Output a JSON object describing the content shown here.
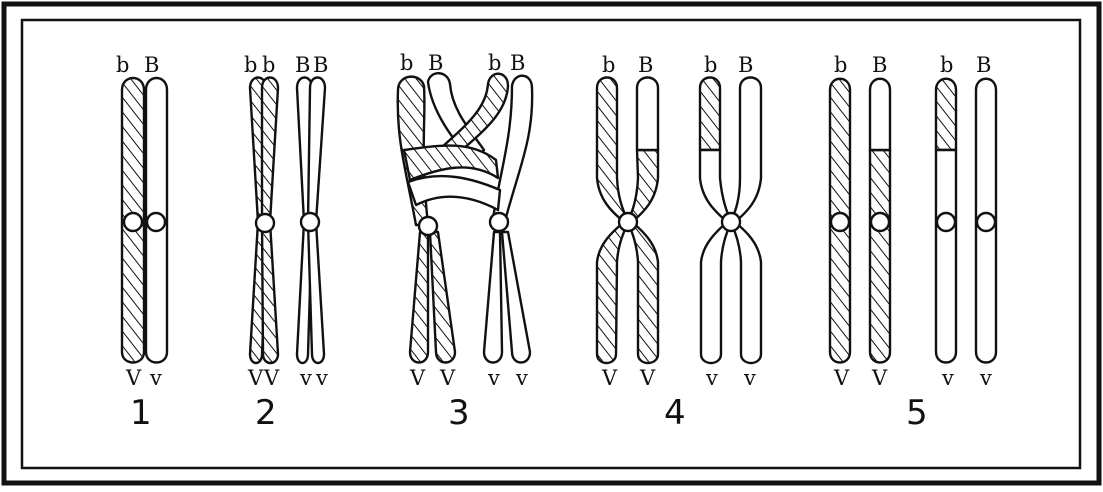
{
  "figure": {
    "colors": {
      "ink": "#111111",
      "paper": "#ffffff"
    },
    "stages": [
      {
        "number": "1",
        "top_labels": [
          "b",
          "B"
        ],
        "bottom_labels": [
          "V",
          "v"
        ]
      },
      {
        "number": "2",
        "top_labels": [
          "b",
          "b",
          "B",
          "B"
        ],
        "bottom_labels": [
          "V",
          "V",
          "v",
          "v"
        ]
      },
      {
        "number": "3",
        "top_labels": [
          "b",
          "B",
          "b",
          "B"
        ],
        "bottom_labels": [
          "V",
          "V",
          "v",
          "v"
        ]
      },
      {
        "number": "4",
        "top_labels": [
          "b",
          "B",
          "b",
          "B"
        ],
        "bottom_labels": [
          "V",
          "V",
          "v",
          "v"
        ]
      },
      {
        "number": "5",
        "top_labels": [
          "b",
          "B",
          "b",
          "B"
        ],
        "bottom_labels": [
          "V",
          "V",
          "v",
          "v"
        ]
      }
    ]
  }
}
